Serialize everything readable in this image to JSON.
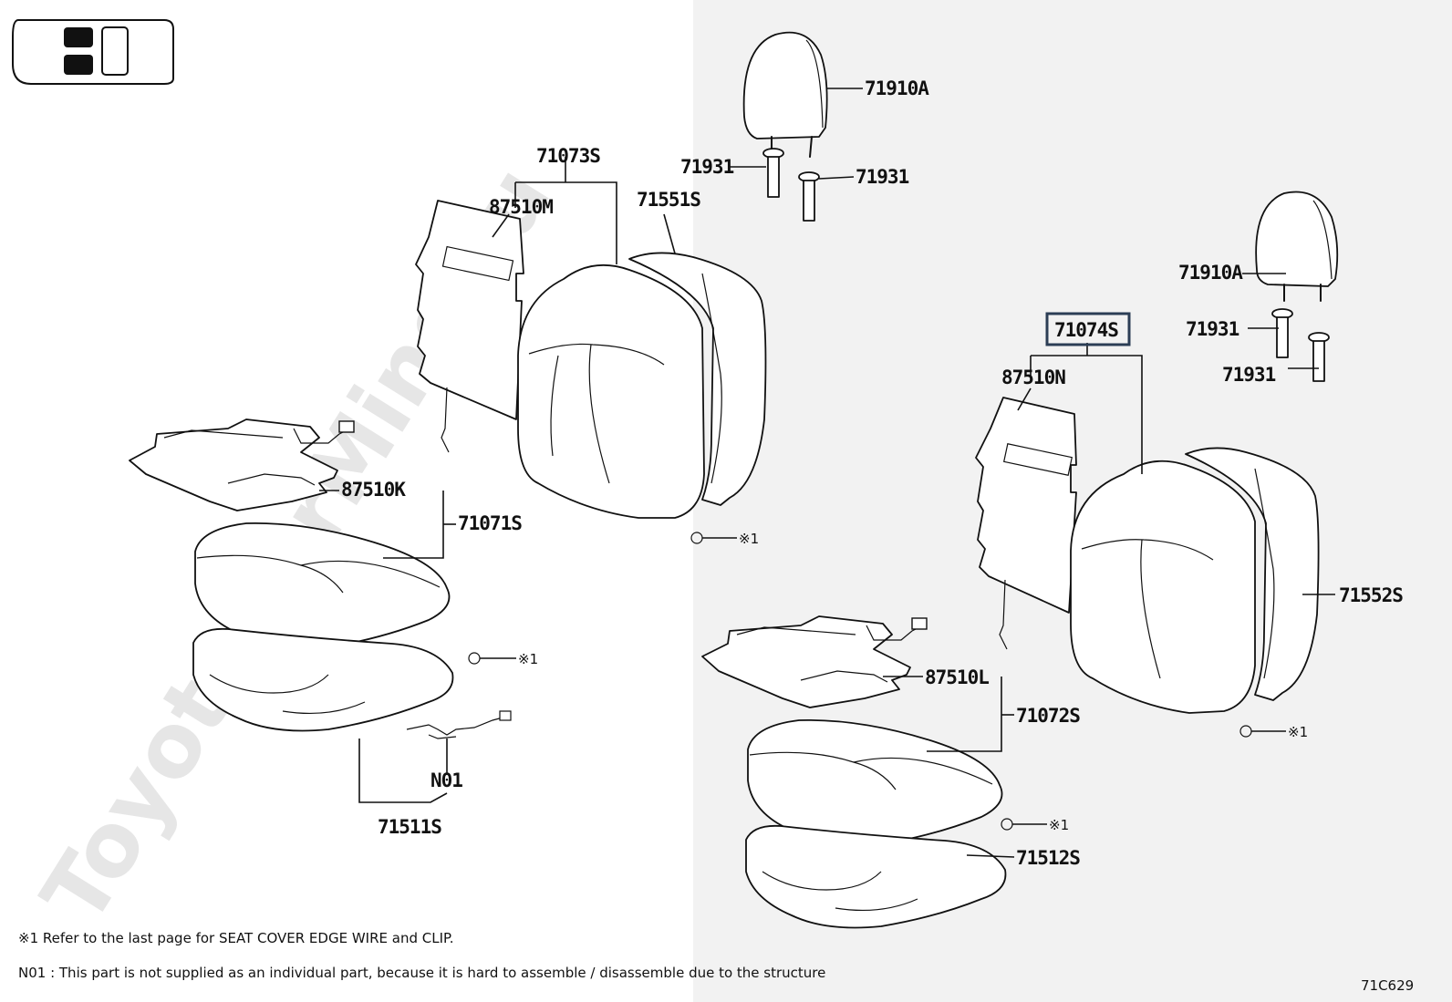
{
  "parts": {
    "headrest_upper": "71910A",
    "headrest_right": "71910A",
    "guide_left_upper": "71931",
    "guide_right_upper": "71931",
    "guide_right_mid": "71931",
    "guide_right_low": "71931",
    "back_assy_left": "71073S",
    "back_assy_right": "71074S",
    "heater_back_left": "87510M",
    "heater_back_right": "87510N",
    "back_cover_left": "71551S",
    "back_cover_right": "71552S",
    "heater_cush_left": "87510K",
    "heater_cush_right": "87510L",
    "cushion_assy_left": "71071S",
    "cushion_assy_right": "71072S",
    "cushion_cover_left": "71511S",
    "cushion_cover_right": "71512S",
    "harness": "N01"
  },
  "markers": {
    "clip_ref": "※1"
  },
  "notes": {
    "note1": "※1 Refer to the last page for SEAT COVER EDGE WIRE and CLIP.",
    "note2": "N01 : This part is not supplied as an individual part, because it is hard to assemble / disassemble due to the structure"
  },
  "watermark": "ToyotaCarMine.ru",
  "figure_code": "71C629",
  "colors": {
    "highlight_box": "#2c3e55",
    "shade": "#f2f2f2"
  }
}
